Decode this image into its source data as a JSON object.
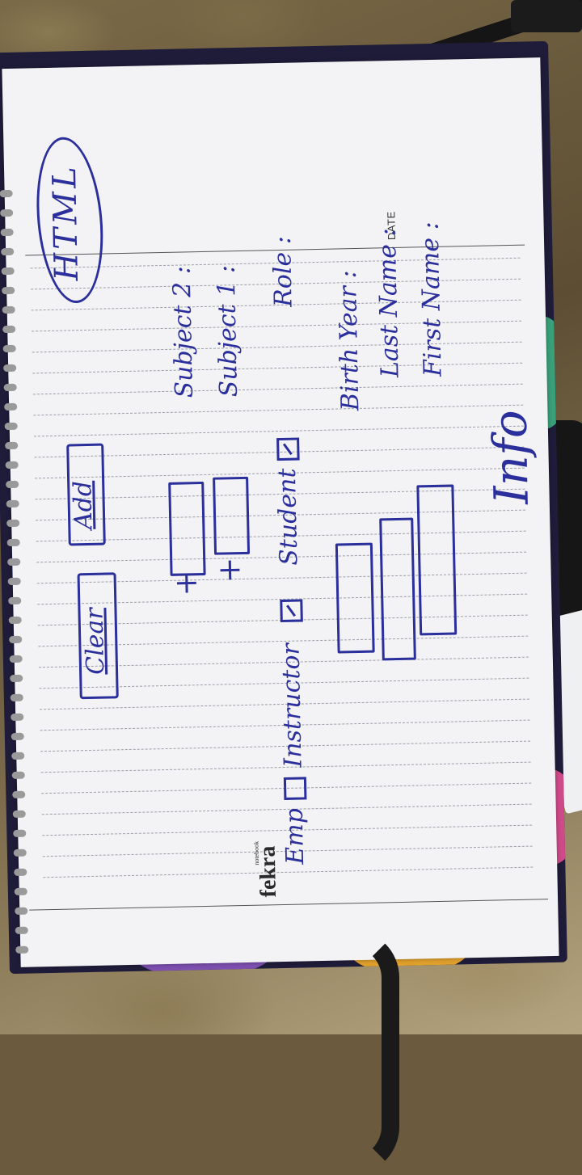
{
  "notebook": {
    "brand": "fekra",
    "brand_tag": "notebook",
    "date_label": "DATE"
  },
  "sketch": {
    "title": "HTML",
    "heading": "Info",
    "fields": [
      {
        "label": "First Name :"
      },
      {
        "label": "Last Name :"
      },
      {
        "label": "Birth Year :"
      }
    ],
    "role": {
      "label": "Role :",
      "options": [
        {
          "label": "Student",
          "checked": true
        },
        {
          "label": "Instructor",
          "checked": true
        },
        {
          "label": "Emp",
          "checked": false
        }
      ]
    },
    "subjects": [
      {
        "label": "Subject 1 :",
        "plus": "+"
      },
      {
        "label": "Subject 2 :",
        "plus": "+"
      }
    ],
    "buttons": {
      "add": "Add",
      "clear": "Clear"
    }
  },
  "colors": {
    "ink": "#2b2f9c",
    "paper": "#f3f2f4",
    "cover": "#1f1c3a"
  }
}
